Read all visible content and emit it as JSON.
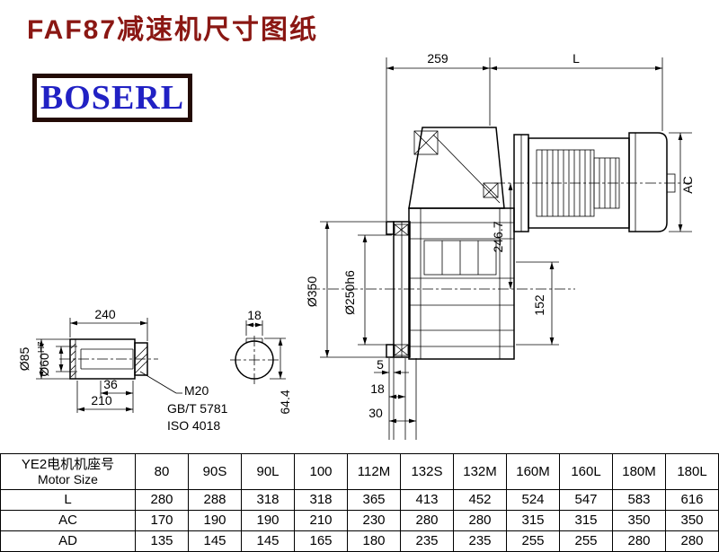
{
  "page": {
    "title": "FAF87减速机尺寸图纸",
    "logo": "BOSERL"
  },
  "colors": {
    "title_text": "#8a1713",
    "logo_text": "#2121c4",
    "logo_border": "#230b06",
    "line": "#000000",
    "background": "#ffffff"
  },
  "drawing": {
    "main": {
      "dim_259": "259",
      "dim_L": "L",
      "dim_AC": "AC",
      "dim_d350": "Ø350",
      "dim_d250": "Ø250h6",
      "dim_246_7": "246.7",
      "dim_152": "152",
      "dim_5": "5",
      "dim_18": "18",
      "dim_30": "30"
    },
    "shaft": {
      "dim_240": "240",
      "dim_36": "36",
      "dim_210": "210",
      "dim_d85": "Ø85",
      "dim_d60": "Ø60",
      "dim_d60_tol": "H7",
      "note_thread": "M20",
      "note_std1": "GB/T 5781",
      "note_std2": "ISO 4018"
    },
    "section": {
      "dim_18": "18",
      "dim_64_4": "64.4"
    }
  },
  "table": {
    "header_cn": "YE2电机机座号",
    "header_en": "Motor Size",
    "columns": [
      "80",
      "90S",
      "90L",
      "100",
      "112M",
      "132S",
      "132M",
      "160M",
      "160L",
      "180M",
      "180L"
    ],
    "rows": [
      {
        "label": "L",
        "values": [
          "280",
          "288",
          "318",
          "318",
          "365",
          "413",
          "452",
          "524",
          "547",
          "583",
          "616"
        ]
      },
      {
        "label": "AC",
        "values": [
          "170",
          "190",
          "190",
          "210",
          "230",
          "280",
          "280",
          "315",
          "315",
          "350",
          "350"
        ]
      },
      {
        "label": "AD",
        "values": [
          "135",
          "145",
          "145",
          "165",
          "180",
          "235",
          "235",
          "255",
          "255",
          "280",
          "280"
        ]
      }
    ]
  }
}
